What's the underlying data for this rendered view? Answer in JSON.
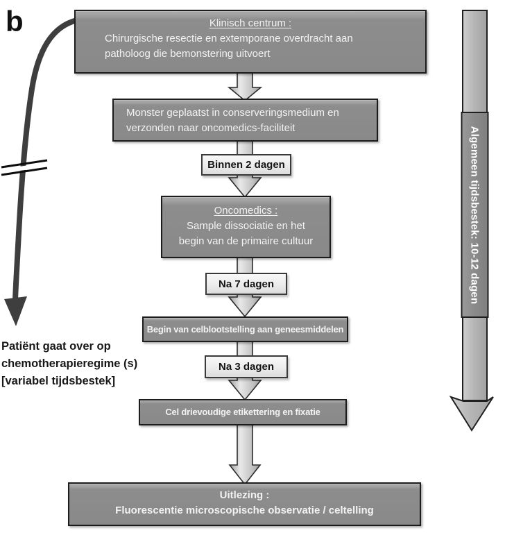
{
  "figure_label": "b",
  "flow": {
    "box1": {
      "title": "Klinisch centrum :",
      "line1": "Chirurgische resectie en extemporane overdracht aan",
      "line2": "patholoog die bemonstering uitvoert"
    },
    "box2": {
      "line1": "Monster geplaatst in conserveringsmedium en",
      "line2": "verzonden naar oncomedics-faciliteit"
    },
    "label1": "Binnen 2 dagen",
    "box3": {
      "title": "Oncomedics :",
      "line1": "Sample dissociatie en het",
      "line2": "begin van de primaire cultuur"
    },
    "label2": "Na 7 dagen",
    "box4": {
      "line1": "Begin van celblootstelling aan geneesmiddelen"
    },
    "label3": "Na 3 dagen",
    "box5": {
      "line1": "Cel drievoudige etikettering en fixatie"
    },
    "box6": {
      "title": "Uitlezing :",
      "line1": "Fluorescentie microscopische observatie / celtelling"
    }
  },
  "side_note": {
    "line1": "Patiënt gaat over op",
    "line2": "chemotherapieregime (s)",
    "line3": "[variabel tijdsbestek]"
  },
  "timeline": {
    "label": "Algemeen tijdsbestek: 10-12 dagen"
  },
  "colors": {
    "box_fill": "#8c8c8c",
    "box_border": "#1c1c1c",
    "label_box_fill": "#ececec",
    "timeline_band": "#8b8b8b",
    "timeline_shaft": "#b5b5b5",
    "curved_arrow": "#3e3e3e",
    "text_on_box": "#f2f2f2"
  }
}
